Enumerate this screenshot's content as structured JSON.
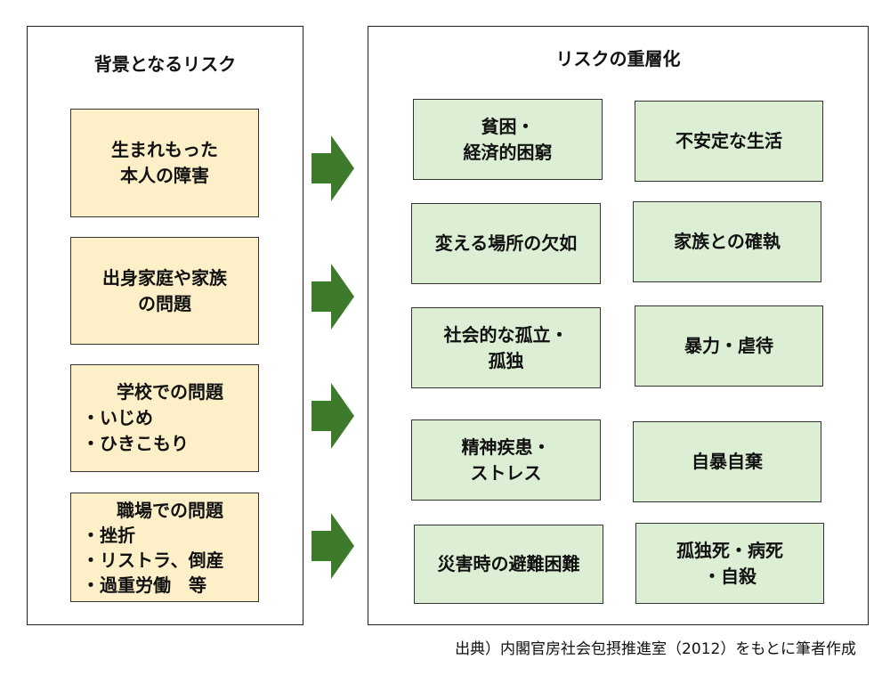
{
  "background_panel": {
    "title": "背景となるリスク",
    "items": [
      {
        "lines": [
          "生まれもった",
          "本人の障害"
        ]
      },
      {
        "lines": [
          "出身家庭や家族",
          "の問題"
        ]
      },
      {
        "lines": [
          "学校での問題",
          "・いじめ",
          "・ひきこもり"
        ]
      },
      {
        "lines": [
          "職場での問題",
          "・挫折",
          "・リストラ、倒産",
          "・過重労働　等"
        ]
      }
    ]
  },
  "overlap_panel": {
    "title": "リスクの重層化",
    "items": [
      {
        "lines": [
          "貧困・",
          "経済的困窮"
        ]
      },
      {
        "lines": [
          "不安定な生活"
        ]
      },
      {
        "lines": [
          "変える場所の欠如"
        ]
      },
      {
        "lines": [
          "家族との確執"
        ]
      },
      {
        "lines": [
          "社会的な孤立・",
          "孤独"
        ]
      },
      {
        "lines": [
          "暴力・虐待"
        ]
      },
      {
        "lines": [
          "精神疾患・",
          "ストレス"
        ]
      },
      {
        "lines": [
          "自暴自棄"
        ]
      },
      {
        "lines": [
          "災害時の避難困難"
        ]
      },
      {
        "lines": [
          "孤独死・病死",
          "・自殺"
        ]
      }
    ]
  },
  "source_note": "出典）内閣官房社会包摂推進室（2012）をもとに筆者作成",
  "colors": {
    "yellow_box": "#fdf0c8",
    "green_box": "#dcefd4",
    "arrow": "#3d7a2a"
  }
}
